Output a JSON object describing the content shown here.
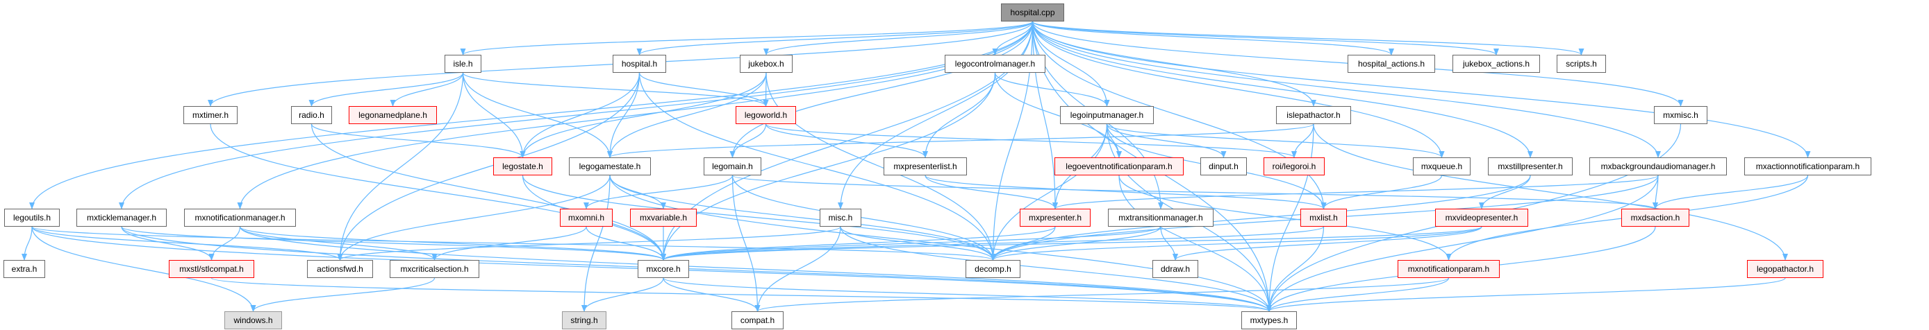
{
  "colors": {
    "edge": "#63b8ff",
    "root_fill": "#999999",
    "red_border": "#ff0000",
    "red_fill": "#fff0f0",
    "ext_fill": "#e0e0e0"
  },
  "nodes": [
    {
      "id": "hospital_cpp",
      "label": "hospital.cpp",
      "style": "root"
    },
    {
      "id": "isle_h",
      "label": "isle.h",
      "style": "normal"
    },
    {
      "id": "hospital_h",
      "label": "hospital.h",
      "style": "normal"
    },
    {
      "id": "jukebox_h",
      "label": "jukebox.h",
      "style": "normal"
    },
    {
      "id": "legocontrolmanager_h",
      "label": "legocontrolmanager.h",
      "style": "normal"
    },
    {
      "id": "hospital_actions_h",
      "label": "hospital_actions.h",
      "style": "normal"
    },
    {
      "id": "jukebox_actions_h",
      "label": "jukebox_actions.h",
      "style": "normal"
    },
    {
      "id": "scripts_h",
      "label": "scripts.h",
      "style": "normal"
    },
    {
      "id": "mxtimer_h",
      "label": "mxtimer.h",
      "style": "normal"
    },
    {
      "id": "radio_h",
      "label": "radio.h",
      "style": "normal"
    },
    {
      "id": "legonamedplane_h",
      "label": "legonamedplane.h",
      "style": "red"
    },
    {
      "id": "legoworld_h",
      "label": "legoworld.h",
      "style": "red"
    },
    {
      "id": "legoinputmanager_h",
      "label": "legoinputmanager.h",
      "style": "normal"
    },
    {
      "id": "islepathactor_h",
      "label": "islepathactor.h",
      "style": "normal"
    },
    {
      "id": "mxmisc_h",
      "label": "mxmisc.h",
      "style": "normal"
    },
    {
      "id": "legostate_h",
      "label": "legostate.h",
      "style": "red"
    },
    {
      "id": "legogamestate_h",
      "label": "legogamestate.h",
      "style": "normal"
    },
    {
      "id": "legomain_h",
      "label": "legomain.h",
      "style": "normal"
    },
    {
      "id": "mxpresenterlist_h",
      "label": "mxpresenterlist.h",
      "style": "normal"
    },
    {
      "id": "legoeventnotificationparam_h",
      "label": "legoeventnotificationparam.h",
      "style": "red"
    },
    {
      "id": "dinput_h",
      "label": "dinput.h",
      "style": "normal"
    },
    {
      "id": "legoroi_h",
      "label": "roi/legoroi.h",
      "style": "red"
    },
    {
      "id": "mxqueue_h",
      "label": "mxqueue.h",
      "style": "normal"
    },
    {
      "id": "mxstillpresenter_h",
      "label": "mxstillpresenter.h",
      "style": "normal"
    },
    {
      "id": "mxbackgroundaudiomanager_h",
      "label": "mxbackgroundaudiomanager.h",
      "style": "normal"
    },
    {
      "id": "mxactionnotificationparam_h",
      "label": "mxactionnotificationparam.h",
      "style": "normal"
    },
    {
      "id": "legoutils_h",
      "label": "legoutils.h",
      "style": "normal"
    },
    {
      "id": "mxticklemanager_h",
      "label": "mxticklemanager.h",
      "style": "normal"
    },
    {
      "id": "mxnotificationmanager_h",
      "label": "mxnotificationmanager.h",
      "style": "normal"
    },
    {
      "id": "mxomni_h",
      "label": "mxomni.h",
      "style": "red"
    },
    {
      "id": "mxvariable_h",
      "label": "mxvariable.h",
      "style": "red"
    },
    {
      "id": "misc_h",
      "label": "misc.h",
      "style": "normal"
    },
    {
      "id": "mxpresenter_h",
      "label": "mxpresenter.h",
      "style": "red"
    },
    {
      "id": "mxtransitionmanager_h",
      "label": "mxtransitionmanager.h",
      "style": "normal"
    },
    {
      "id": "mxlist_h",
      "label": "mxlist.h",
      "style": "red"
    },
    {
      "id": "mxvideopresenter_h",
      "label": "mxvideopresenter.h",
      "style": "red"
    },
    {
      "id": "mxdsaction_h",
      "label": "mxdsaction.h",
      "style": "red"
    },
    {
      "id": "extra_h",
      "label": "extra.h",
      "style": "normal"
    },
    {
      "id": "stlcompat_h",
      "label": "mxstl/stlcompat.h",
      "style": "red"
    },
    {
      "id": "actionsfwd_h",
      "label": "actionsfwd.h",
      "style": "normal"
    },
    {
      "id": "mxcriticalsection_h",
      "label": "mxcriticalsection.h",
      "style": "normal"
    },
    {
      "id": "mxcore_h",
      "label": "mxcore.h",
      "style": "normal"
    },
    {
      "id": "decomp_h",
      "label": "decomp.h",
      "style": "normal"
    },
    {
      "id": "ddraw_h",
      "label": "ddraw.h",
      "style": "normal"
    },
    {
      "id": "mxnotificationparam_h",
      "label": "mxnotificationparam.h",
      "style": "red"
    },
    {
      "id": "legopathactor_h",
      "label": "legopathactor.h",
      "style": "red"
    },
    {
      "id": "windows_h",
      "label": "windows.h",
      "style": "ext"
    },
    {
      "id": "string_h",
      "label": "string.h",
      "style": "ext"
    },
    {
      "id": "compat_h",
      "label": "compat.h",
      "style": "normal"
    },
    {
      "id": "mxtypes_h",
      "label": "mxtypes.h",
      "style": "normal"
    }
  ],
  "edges": [
    [
      "hospital_cpp",
      "isle_h"
    ],
    [
      "hospital_cpp",
      "hospital_h"
    ],
    [
      "hospital_cpp",
      "jukebox_h"
    ],
    [
      "hospital_cpp",
      "legocontrolmanager_h"
    ],
    [
      "hospital_cpp",
      "hospital_actions_h"
    ],
    [
      "hospital_cpp",
      "jukebox_actions_h"
    ],
    [
      "hospital_cpp",
      "scripts_h"
    ],
    [
      "hospital_cpp",
      "mxtimer_h"
    ],
    [
      "hospital_cpp",
      "legoutils_h"
    ],
    [
      "hospital_cpp",
      "mxticklemanager_h"
    ],
    [
      "hospital_cpp",
      "mxnotificationmanager_h"
    ],
    [
      "hospital_cpp",
      "legomain_h"
    ],
    [
      "hospital_cpp",
      "misc_h"
    ],
    [
      "hospital_cpp",
      "legoinputmanager_h"
    ],
    [
      "hospital_cpp",
      "islepathactor_h"
    ],
    [
      "hospital_cpp",
      "mxmisc_h"
    ],
    [
      "hospital_cpp",
      "mxbackgroundaudiomanager_h"
    ],
    [
      "hospital_cpp",
      "mxstillpresenter_h"
    ],
    [
      "hospital_cpp",
      "mxactionnotificationparam_h"
    ],
    [
      "hospital_cpp",
      "mxtransitionmanager_h"
    ],
    [
      "hospital_cpp",
      "mxqueue_h"
    ],
    [
      "hospital_cpp",
      "mxcore_h"
    ],
    [
      "hospital_cpp",
      "decomp_h"
    ],
    [
      "hospital_cpp",
      "mxpresenter_h"
    ],
    [
      "hospital_cpp",
      "mxlist_h"
    ],
    [
      "hospital_cpp",
      "mxtypes_h"
    ],
    [
      "isle_h",
      "radio_h"
    ],
    [
      "isle_h",
      "legonamedplane_h"
    ],
    [
      "isle_h",
      "legostate_h"
    ],
    [
      "isle_h",
      "legogamestate_h"
    ],
    [
      "isle_h",
      "legoworld_h"
    ],
    [
      "isle_h",
      "actionsfwd_h"
    ],
    [
      "hospital_h",
      "legostate_h"
    ],
    [
      "hospital_h",
      "legogamestate_h"
    ],
    [
      "hospital_h",
      "legoworld_h"
    ],
    [
      "hospital_h",
      "actionsfwd_h"
    ],
    [
      "hospital_h",
      "decomp_h"
    ],
    [
      "jukebox_h",
      "legoworld_h"
    ],
    [
      "jukebox_h",
      "legostate_h"
    ],
    [
      "jukebox_h",
      "legogamestate_h"
    ],
    [
      "jukebox_h",
      "decomp_h"
    ],
    [
      "legoworld_h",
      "legomain_h"
    ],
    [
      "legoworld_h",
      "mxpresenterlist_h"
    ],
    [
      "legoworld_h",
      "legoroi_h"
    ],
    [
      "legocontrolmanager_h",
      "legoinputmanager_h"
    ],
    [
      "legocontrolmanager_h",
      "legoeventnotificationparam_h"
    ],
    [
      "legocontrolmanager_h",
      "mxpresenterlist_h"
    ],
    [
      "legocontrolmanager_h",
      "mxcore_h"
    ],
    [
      "legoinputmanager_h",
      "legoeventnotificationparam_h"
    ],
    [
      "legoinputmanager_h",
      "dinput_h"
    ],
    [
      "legoinputmanager_h",
      "mxqueue_h"
    ],
    [
      "legoinputmanager_h",
      "mxlist_h"
    ],
    [
      "legoinputmanager_h",
      "mxpresenter_h"
    ],
    [
      "legoinputmanager_h",
      "decomp_h"
    ],
    [
      "legoinputmanager_h",
      "mxtypes_h"
    ],
    [
      "radio_h",
      "legostate_h"
    ],
    [
      "radio_h",
      "mxcore_h"
    ],
    [
      "mxtimer_h",
      "mxcore_h"
    ],
    [
      "legostate_h",
      "decomp_h"
    ],
    [
      "legostate_h",
      "mxcore_h"
    ],
    [
      "legogamestate_h",
      "actionsfwd_h"
    ],
    [
      "legogamestate_h",
      "decomp_h"
    ],
    [
      "legogamestate_h",
      "mxtypes_h"
    ],
    [
      "legogamestate_h",
      "string_h"
    ],
    [
      "legogamestate_h",
      "mxvariable_h"
    ],
    [
      "legomain_h",
      "compat_h"
    ],
    [
      "legomain_h",
      "mxomni_h"
    ],
    [
      "legomain_h",
      "mxdsaction_h"
    ],
    [
      "legomain_h",
      "decomp_h"
    ],
    [
      "mxpresenterlist_h",
      "mxpresenter_h"
    ],
    [
      "mxpresenterlist_h",
      "mxlist_h"
    ],
    [
      "legoeventnotificationparam_h",
      "mxnotificationparam_h"
    ],
    [
      "legoeventnotificationparam_h",
      "mxtypes_h"
    ],
    [
      "mxqueue_h",
      "mxlist_h"
    ],
    [
      "mxstillpresenter_h",
      "mxvideopresenter_h"
    ],
    [
      "mxstillpresenter_h",
      "decomp_h"
    ],
    [
      "mxbackgroundaudiomanager_h",
      "mxdsaction_h"
    ],
    [
      "mxbackgroundaudiomanager_h",
      "mxpresenter_h"
    ],
    [
      "mxbackgroundaudiomanager_h",
      "decomp_h"
    ],
    [
      "mxbackgroundaudiomanager_h",
      "mxtypes_h"
    ],
    [
      "mxactionnotificationparam_h",
      "mxdsaction_h"
    ],
    [
      "mxactionnotificationparam_h",
      "mxnotificationparam_h"
    ],
    [
      "islepathactor_h",
      "legogamestate_h"
    ],
    [
      "islepathactor_h",
      "legoroi_h"
    ],
    [
      "islepathactor_h",
      "legopathactor_h"
    ],
    [
      "islepathactor_h",
      "mxtypes_h"
    ],
    [
      "mxmisc_h",
      "mxtypes_h"
    ],
    [
      "legoutils_h",
      "extra_h"
    ],
    [
      "legoutils_h",
      "actionsfwd_h"
    ],
    [
      "legoutils_h",
      "windows_h"
    ],
    [
      "legoutils_h",
      "mxtypes_h"
    ],
    [
      "legoutils_h",
      "decomp_h"
    ],
    [
      "mxticklemanager_h",
      "mxcore_h"
    ],
    [
      "mxticklemanager_h",
      "stlcompat_h"
    ],
    [
      "mxticklemanager_h",
      "mxtypes_h"
    ],
    [
      "mxnotificationmanager_h",
      "mxcore_h"
    ],
    [
      "mxnotificationmanager_h",
      "mxcriticalsection_h"
    ],
    [
      "mxnotificationmanager_h",
      "stlcompat_h"
    ],
    [
      "mxnotificationmanager_h",
      "mxtypes_h"
    ],
    [
      "mxomni_h",
      "mxcore_h"
    ],
    [
      "mxomni_h",
      "mxcriticalsection_h"
    ],
    [
      "mxvariable_h",
      "mxcore_h"
    ],
    [
      "misc_h",
      "compat_h"
    ],
    [
      "misc_h",
      "decomp_h"
    ],
    [
      "misc_h",
      "mxtypes_h"
    ],
    [
      "misc_h",
      "actionsfwd_h"
    ],
    [
      "mxpresenter_h",
      "mxcore_h"
    ],
    [
      "mxpresenter_h",
      "decomp_h"
    ],
    [
      "mxtransitionmanager_h",
      "decomp_h"
    ],
    [
      "mxtransitionmanager_h",
      "ddraw_h"
    ],
    [
      "mxtransitionmanager_h",
      "mxcore_h"
    ],
    [
      "mxlist_h",
      "mxtypes_h"
    ],
    [
      "mxlist_h",
      "mxcore_h"
    ],
    [
      "mxvideopresenter_h",
      "decomp_h"
    ],
    [
      "mxvideopresenter_h",
      "ddraw_h"
    ],
    [
      "mxvideopresenter_h",
      "mxcore_h"
    ],
    [
      "mxdsaction_h",
      "mxtypes_h"
    ],
    [
      "stlcompat_h",
      "mxtypes_h"
    ],
    [
      "mxcriticalsection_h",
      "windows_h"
    ],
    [
      "mxcore_h",
      "compat_h"
    ],
    [
      "mxcore_h",
      "mxtypes_h"
    ],
    [
      "mxcore_h",
      "string_h"
    ],
    [
      "mxnotificationparam_h",
      "compat_h"
    ],
    [
      "mxnotificationparam_h",
      "mxtypes_h"
    ],
    [
      "legopathactor_h",
      "mxtypes_h"
    ]
  ]
}
